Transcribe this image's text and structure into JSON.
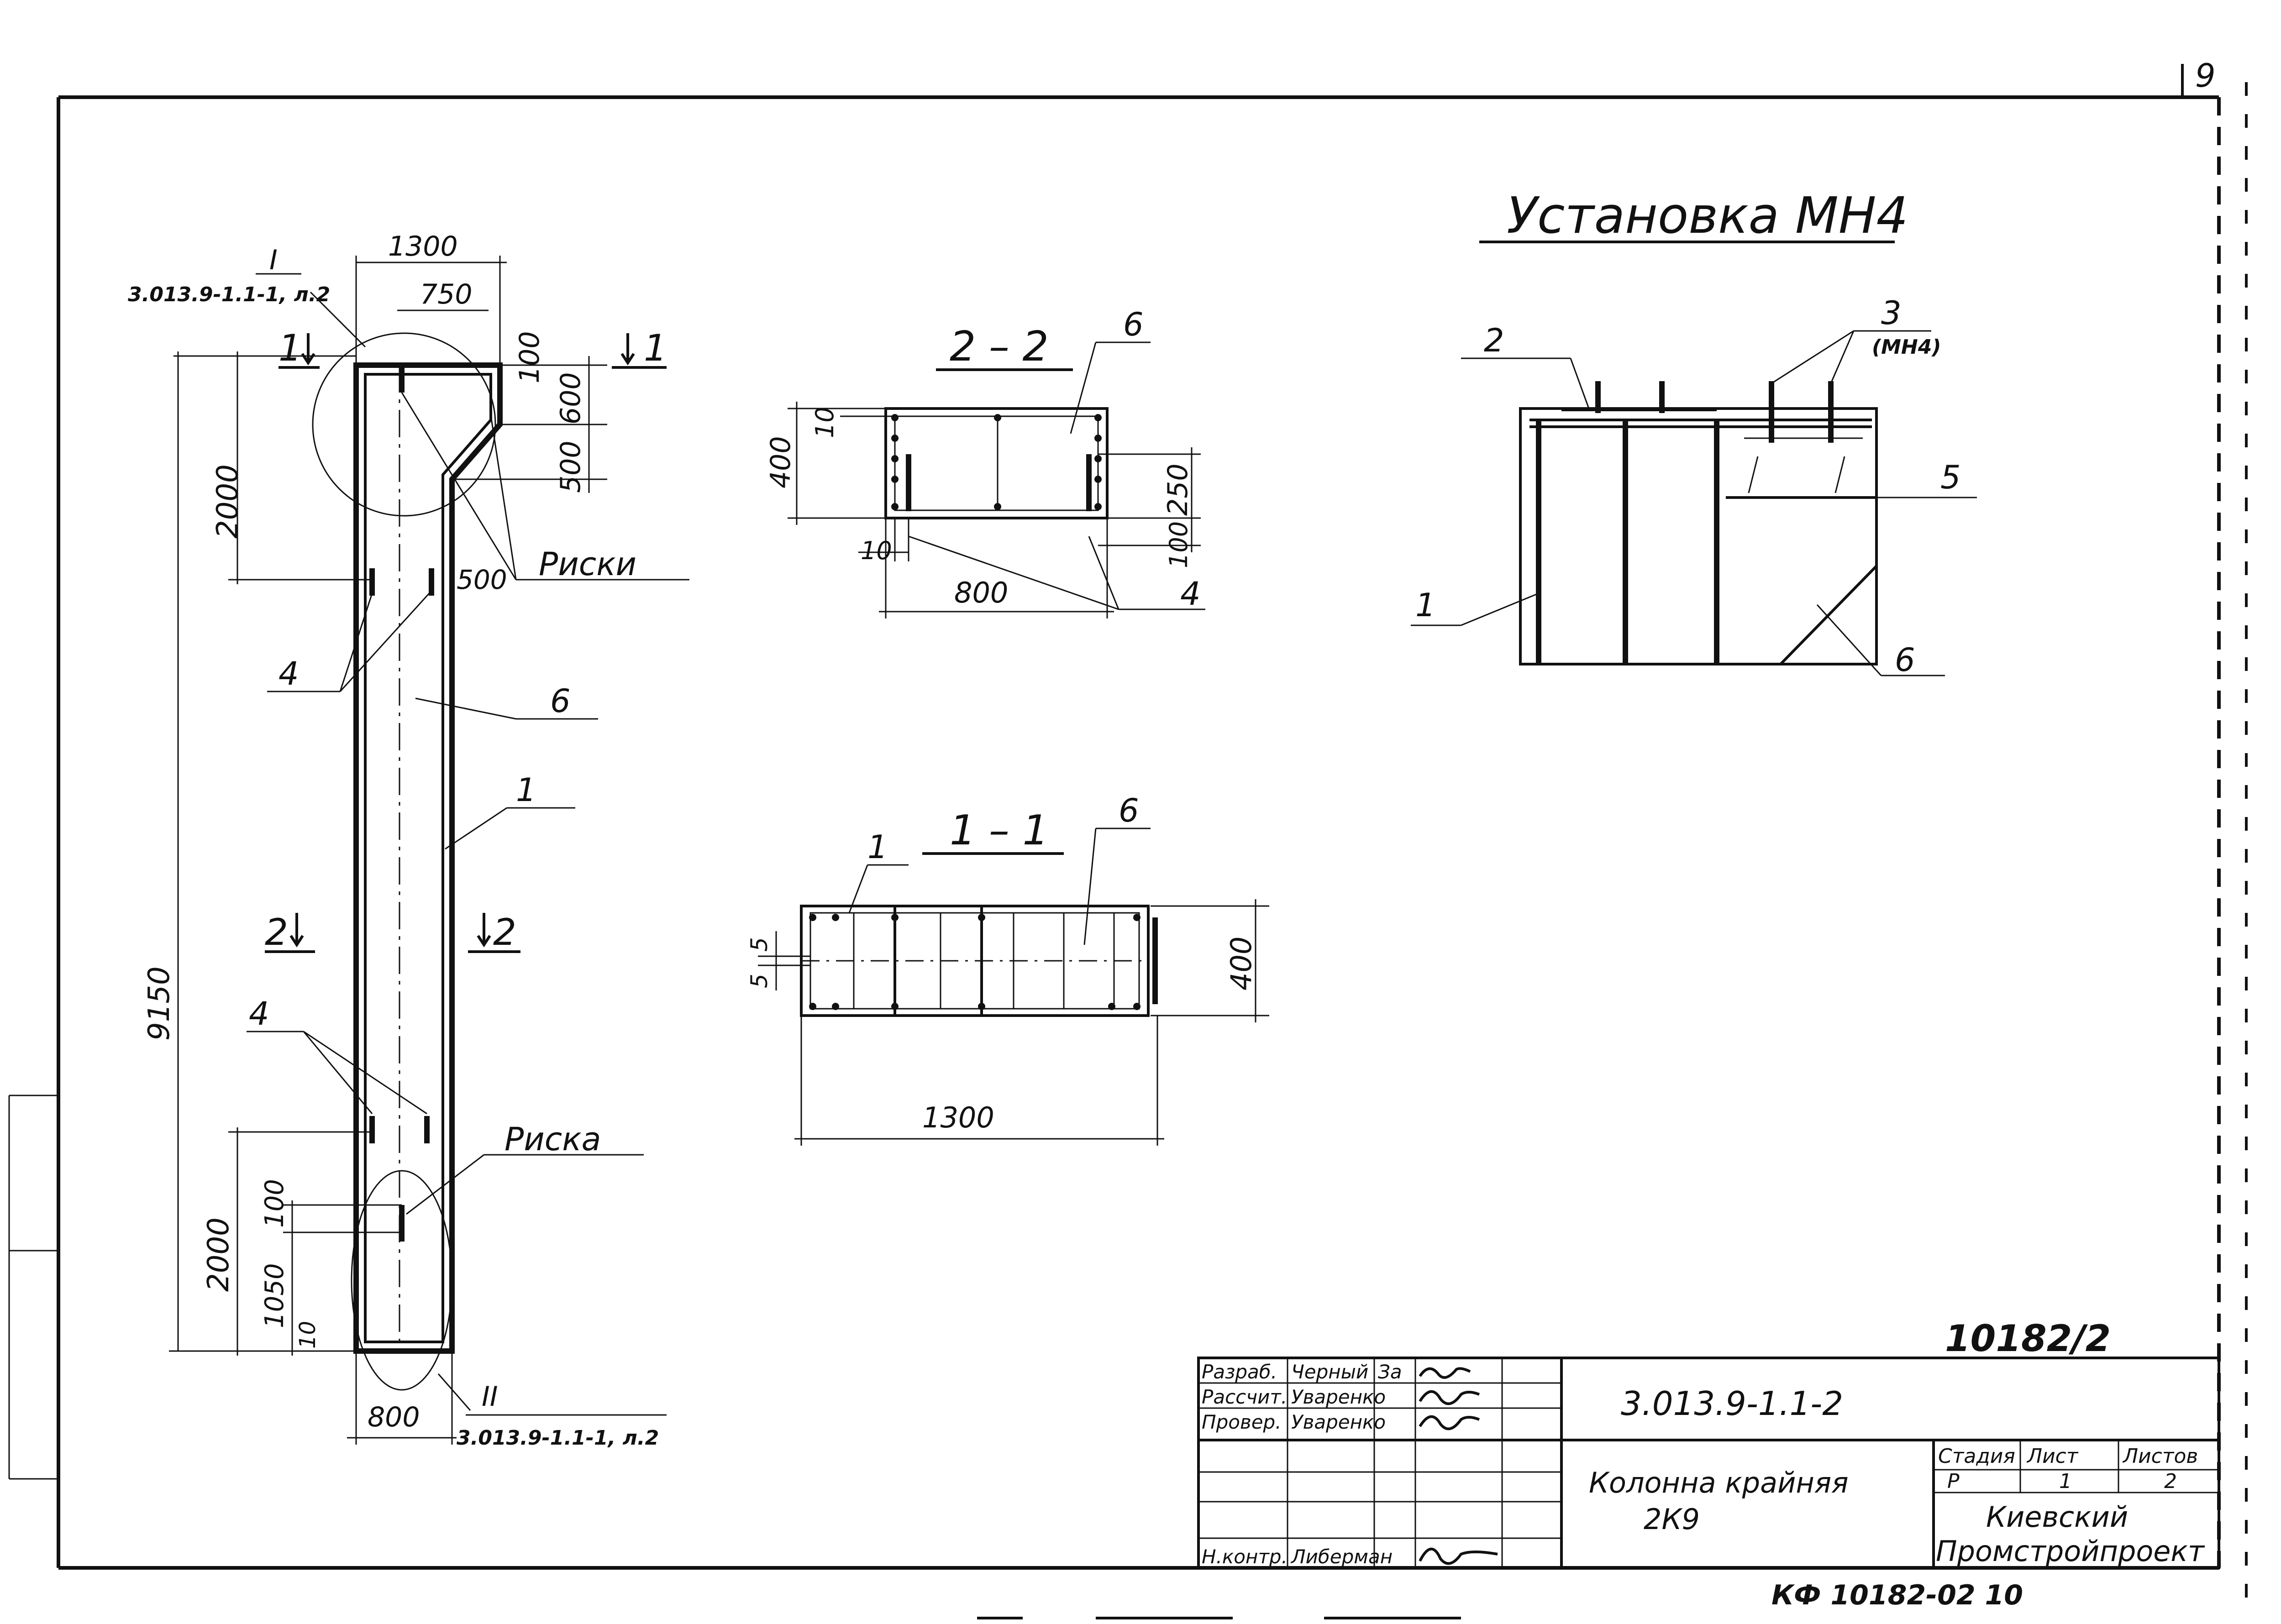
{
  "page": {
    "sheet_number_corner": "9",
    "drawing_number": "10182/2",
    "archive_stamp": "КФ 10182-02  10"
  },
  "installation": {
    "title": "Установка МН4",
    "callouts": [
      "2",
      "3",
      "(МН4)",
      "5",
      "1",
      "6"
    ]
  },
  "column_view": {
    "dims": {
      "width_top": "1300",
      "width_inner": "750",
      "d100_top": "100",
      "d600": "600",
      "d500": "500",
      "d2000_top": "2000",
      "d500_mid": "500",
      "d9150": "9150",
      "d2000_bot": "2000",
      "d100_bot": "100",
      "d1050": "1050",
      "d10": "10",
      "width_bottom": "800"
    },
    "detail_top_num": "I",
    "detail_top_ref": "3.013.9-1.1-1, л.2",
    "detail_bottom_num": "II",
    "detail_bottom_ref": "3.013.9-1.1-1, л.2",
    "section_1_left": "1",
    "section_1_right": "1",
    "section_2_left": "2",
    "section_2_right": "2",
    "label_riski": "Риски",
    "label_riska": "Риска",
    "label_4_upper": "4",
    "label_4_lower": "4",
    "label_6": "6",
    "label_1": "1"
  },
  "section_2_2": {
    "title": "2 – 2",
    "label_6": "6",
    "label_4": "4",
    "dims": {
      "h400": "400",
      "d10_top": "10",
      "d250": "250",
      "d100": "100",
      "d10_bottom": "10",
      "w800": "800"
    }
  },
  "section_1_1": {
    "title": "1 – 1",
    "label_1": "1",
    "label_6": "6",
    "dims": {
      "d5a": "5",
      "d5b": "5",
      "h400": "400",
      "w1300": "1300"
    }
  },
  "title_block": {
    "rows": [
      {
        "role": "Разраб.",
        "name": "Черный",
        "sign": "За"
      },
      {
        "role": "Рассчит.",
        "name": "Уваренко",
        "sign": ""
      },
      {
        "role": "Провер.",
        "name": "Уваренко",
        "sign": ""
      },
      {
        "role": "",
        "name": "",
        "sign": ""
      },
      {
        "role": "",
        "name": "",
        "sign": ""
      },
      {
        "role": "Н.контр.",
        "name": "Либерман",
        "sign": ""
      }
    ],
    "code": "3.013.9-1.1-2",
    "name_line1": "Колонна крайняя",
    "name_line2": "2К9",
    "stage_header": "Стадия",
    "sheet_header": "Лист",
    "sheets_header": "Листов",
    "stage_value": "Р",
    "sheet_value": "1",
    "sheets_value": "2",
    "org_line1": "Киевский",
    "org_line2": "Промстройпроект"
  }
}
